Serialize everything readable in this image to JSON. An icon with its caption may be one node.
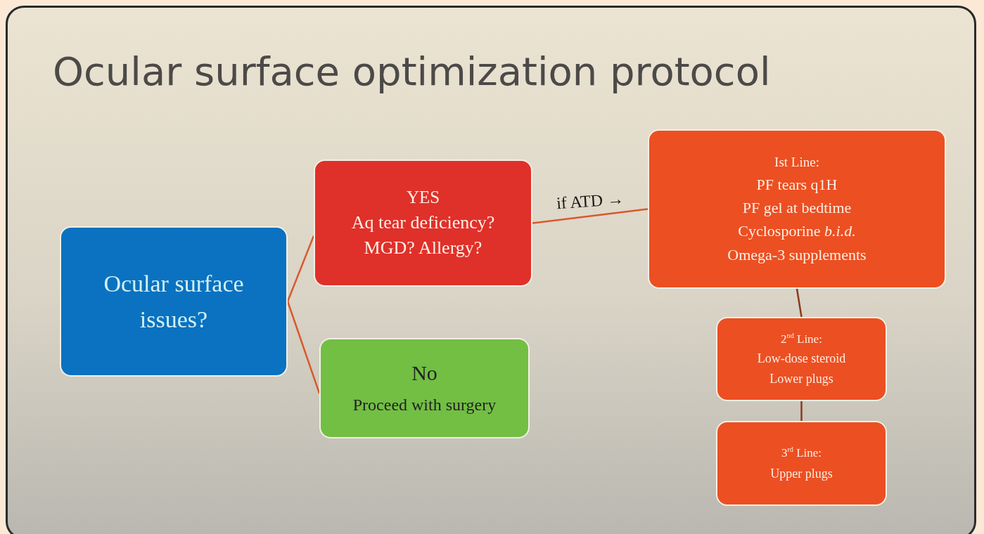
{
  "diagram": {
    "title": "Ocular surface optimization protocol",
    "nodes": [
      {
        "text": [
          "Ocular surface issues?"
        ]
      },
      {
        "text": [
          "YES",
          "Aq tear deficiency?",
          "MGD? Allergy?"
        ]
      },
      {
        "text": [
          "No",
          "Proceed with surgery"
        ]
      },
      {
        "text": [
          "Ist Line:",
          "PF  tears q1H",
          "PF gel at bedtime",
          "Cyclosporine *b.i.d.*",
          "Omega-3 supplements"
        ]
      },
      {
        "text": [
          "2$^{nd}$ Line:",
          "Low-dose steroid",
          "Lower plugs"
        ]
      },
      {
        "text": [
          "3$^{rd}$ Line:",
          "Upper plugs"
        ]
      }
    ],
    "edges": [
      {
        "from": 0,
        "to": 1,
        "arrow": "none"
      },
      {
        "from": 0,
        "to": 2,
        "arrow": "none"
      },
      {
        "from": 1,
        "to": 3,
        "arrow": "none",
        "label": "if ATD →"
      },
      {
        "from": 3,
        "to": 4,
        "arrow": "none",
        "color": "#8a3a1c"
      },
      {
        "from": 4,
        "to": 5,
        "arrow": "none",
        "color": "#8a3a1c"
      }
    ]
  }
}
